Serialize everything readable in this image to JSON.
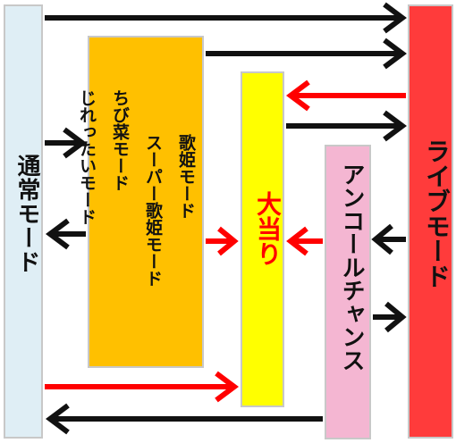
{
  "nodes": {
    "normal": "通常モード",
    "diva_modes": [
      "歌姫モード",
      "スーパー歌姫モード",
      "ちび菜モード",
      "じれったいモード"
    ],
    "jackpot": "大当り",
    "encore": "アンコールチャンス",
    "live": "ライブモード"
  },
  "colors": {
    "normal": "#dfeef5",
    "diva": "#ffc000",
    "jackpot": "#ffff00",
    "encore": "#f4b6d2",
    "live": "#ff3b3b",
    "arrow_black": "#111111",
    "arrow_red": "#ff0000",
    "jackpot_text": "#ff0000"
  }
}
